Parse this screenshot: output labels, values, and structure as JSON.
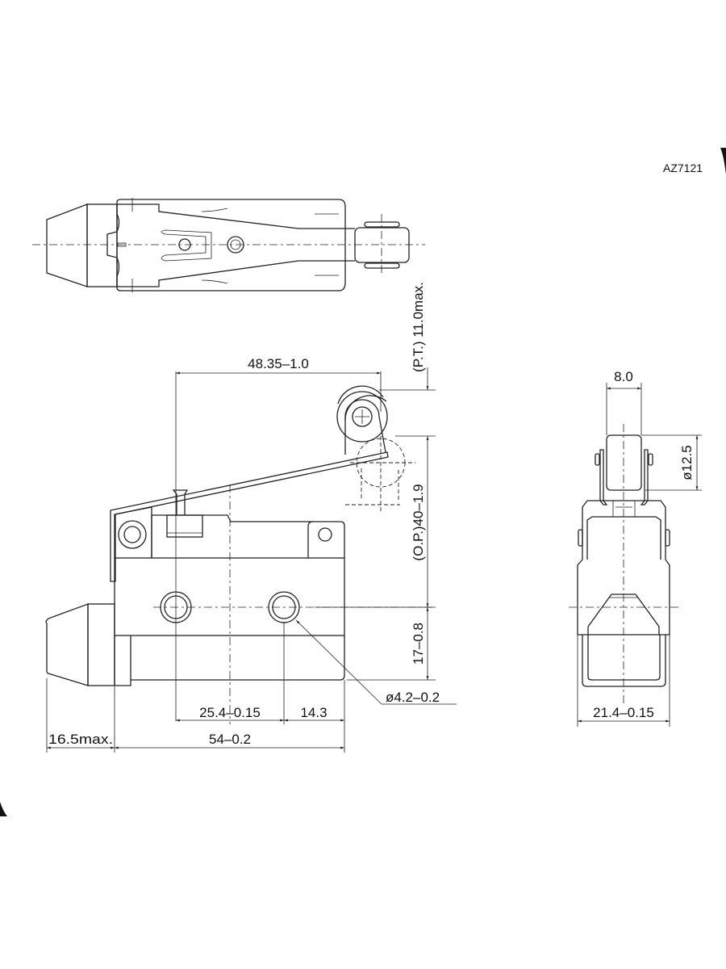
{
  "drawing": {
    "part_code": "AZ7121",
    "line_color": "#222222"
  },
  "dimensions": {
    "lever_length": "48.35–1.0",
    "pretravel": "(P.T.) 11.0max.",
    "operating_position": "(O.P.)40–1.9",
    "hole_height": "17–0.8",
    "hole_diameter": "ø4.2–0.2",
    "hole_spacing": "25.4–0.15",
    "hole_to_edge": "14.3",
    "body_length": "54–0.2",
    "plunger_length": "16.5max.",
    "roller_width": "8.0",
    "roller_diameter": "ø12.5",
    "body_width": "21.4–0.15"
  }
}
